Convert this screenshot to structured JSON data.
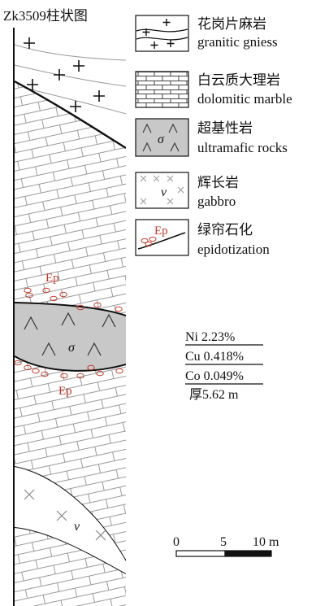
{
  "title": "Zk3509柱状图",
  "legend": [
    {
      "cn": "花岗片麻岩",
      "en": "granitic gniess",
      "pattern": "granitic-gneiss",
      "symbol": ""
    },
    {
      "cn": "白云质大理岩",
      "en": "dolomitic marble",
      "pattern": "dolomitic-marble",
      "symbol": ""
    },
    {
      "cn": "超基性岩",
      "en": "ultramafic rocks",
      "pattern": "ultramafic",
      "symbol": "σ"
    },
    {
      "cn": "辉长岩",
      "en": "gabbro",
      "pattern": "gabbro",
      "symbol": "v"
    },
    {
      "cn": "绿帘石化",
      "en": "epidotization",
      "pattern": "epidotization",
      "symbol": "Ep"
    }
  ],
  "column_labels": {
    "ep_upper": "Ep",
    "ep_lower": "Ep",
    "ultramafic_symbol": "σ",
    "gabbro_symbol": "v"
  },
  "orebody": {
    "ni": "Ni 2.23%",
    "cu": "Cu 0.418%",
    "co": "Co 0.049%",
    "thickness": "厚5.62 m"
  },
  "scale_bar": {
    "tick_0": "0",
    "tick_5": "5",
    "tick_10": "10 m"
  },
  "colors": {
    "ultramafic_fill": "#c8c8c8",
    "ep_red": "#c0392b",
    "line": "#111111",
    "pattern_line": "#9a9a9a"
  }
}
